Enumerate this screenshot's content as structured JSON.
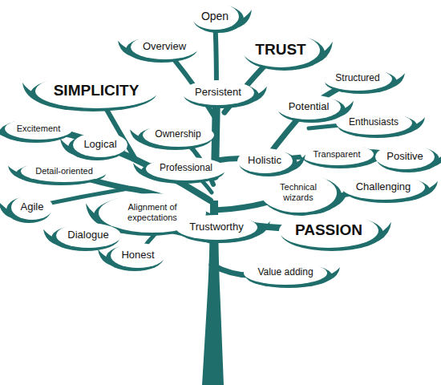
{
  "diagram": {
    "nodes": [
      {
        "text": [
          "Open"
        ]
      },
      {
        "text": [
          "Overview"
        ]
      },
      {
        "text": [
          "TRUST"
        ]
      },
      {
        "text": [
          "SIMPLICITY"
        ]
      },
      {
        "text": [
          "Persistent"
        ]
      },
      {
        "text": [
          "Structured"
        ]
      },
      {
        "text": [
          "Potential"
        ]
      },
      {
        "text": [
          "Excitement"
        ]
      },
      {
        "text": [
          "Ownership"
        ]
      },
      {
        "text": [
          "Logical"
        ]
      },
      {
        "text": [
          "Enthusiasts"
        ]
      },
      {
        "text": [
          "Transparent"
        ]
      },
      {
        "text": [
          "Holistic"
        ]
      },
      {
        "text": [
          "Positive"
        ]
      },
      {
        "text": [
          "Professional"
        ]
      },
      {
        "text": [
          "Detail-oriented"
        ]
      },
      {
        "text": [
          "Technical wizards"
        ]
      },
      {
        "text": [
          "Challenging"
        ]
      },
      {
        "text": [
          "Agile"
        ]
      },
      {
        "text": [
          "Alignment of expectations"
        ]
      },
      {
        "text": [
          "Trustworthy"
        ]
      },
      {
        "text": [
          "PASSION"
        ]
      },
      {
        "text": [
          "Dialogue"
        ]
      },
      {
        "text": [
          "Honest"
        ]
      },
      {
        "text": [
          "Value adding"
        ]
      }
    ]
  }
}
